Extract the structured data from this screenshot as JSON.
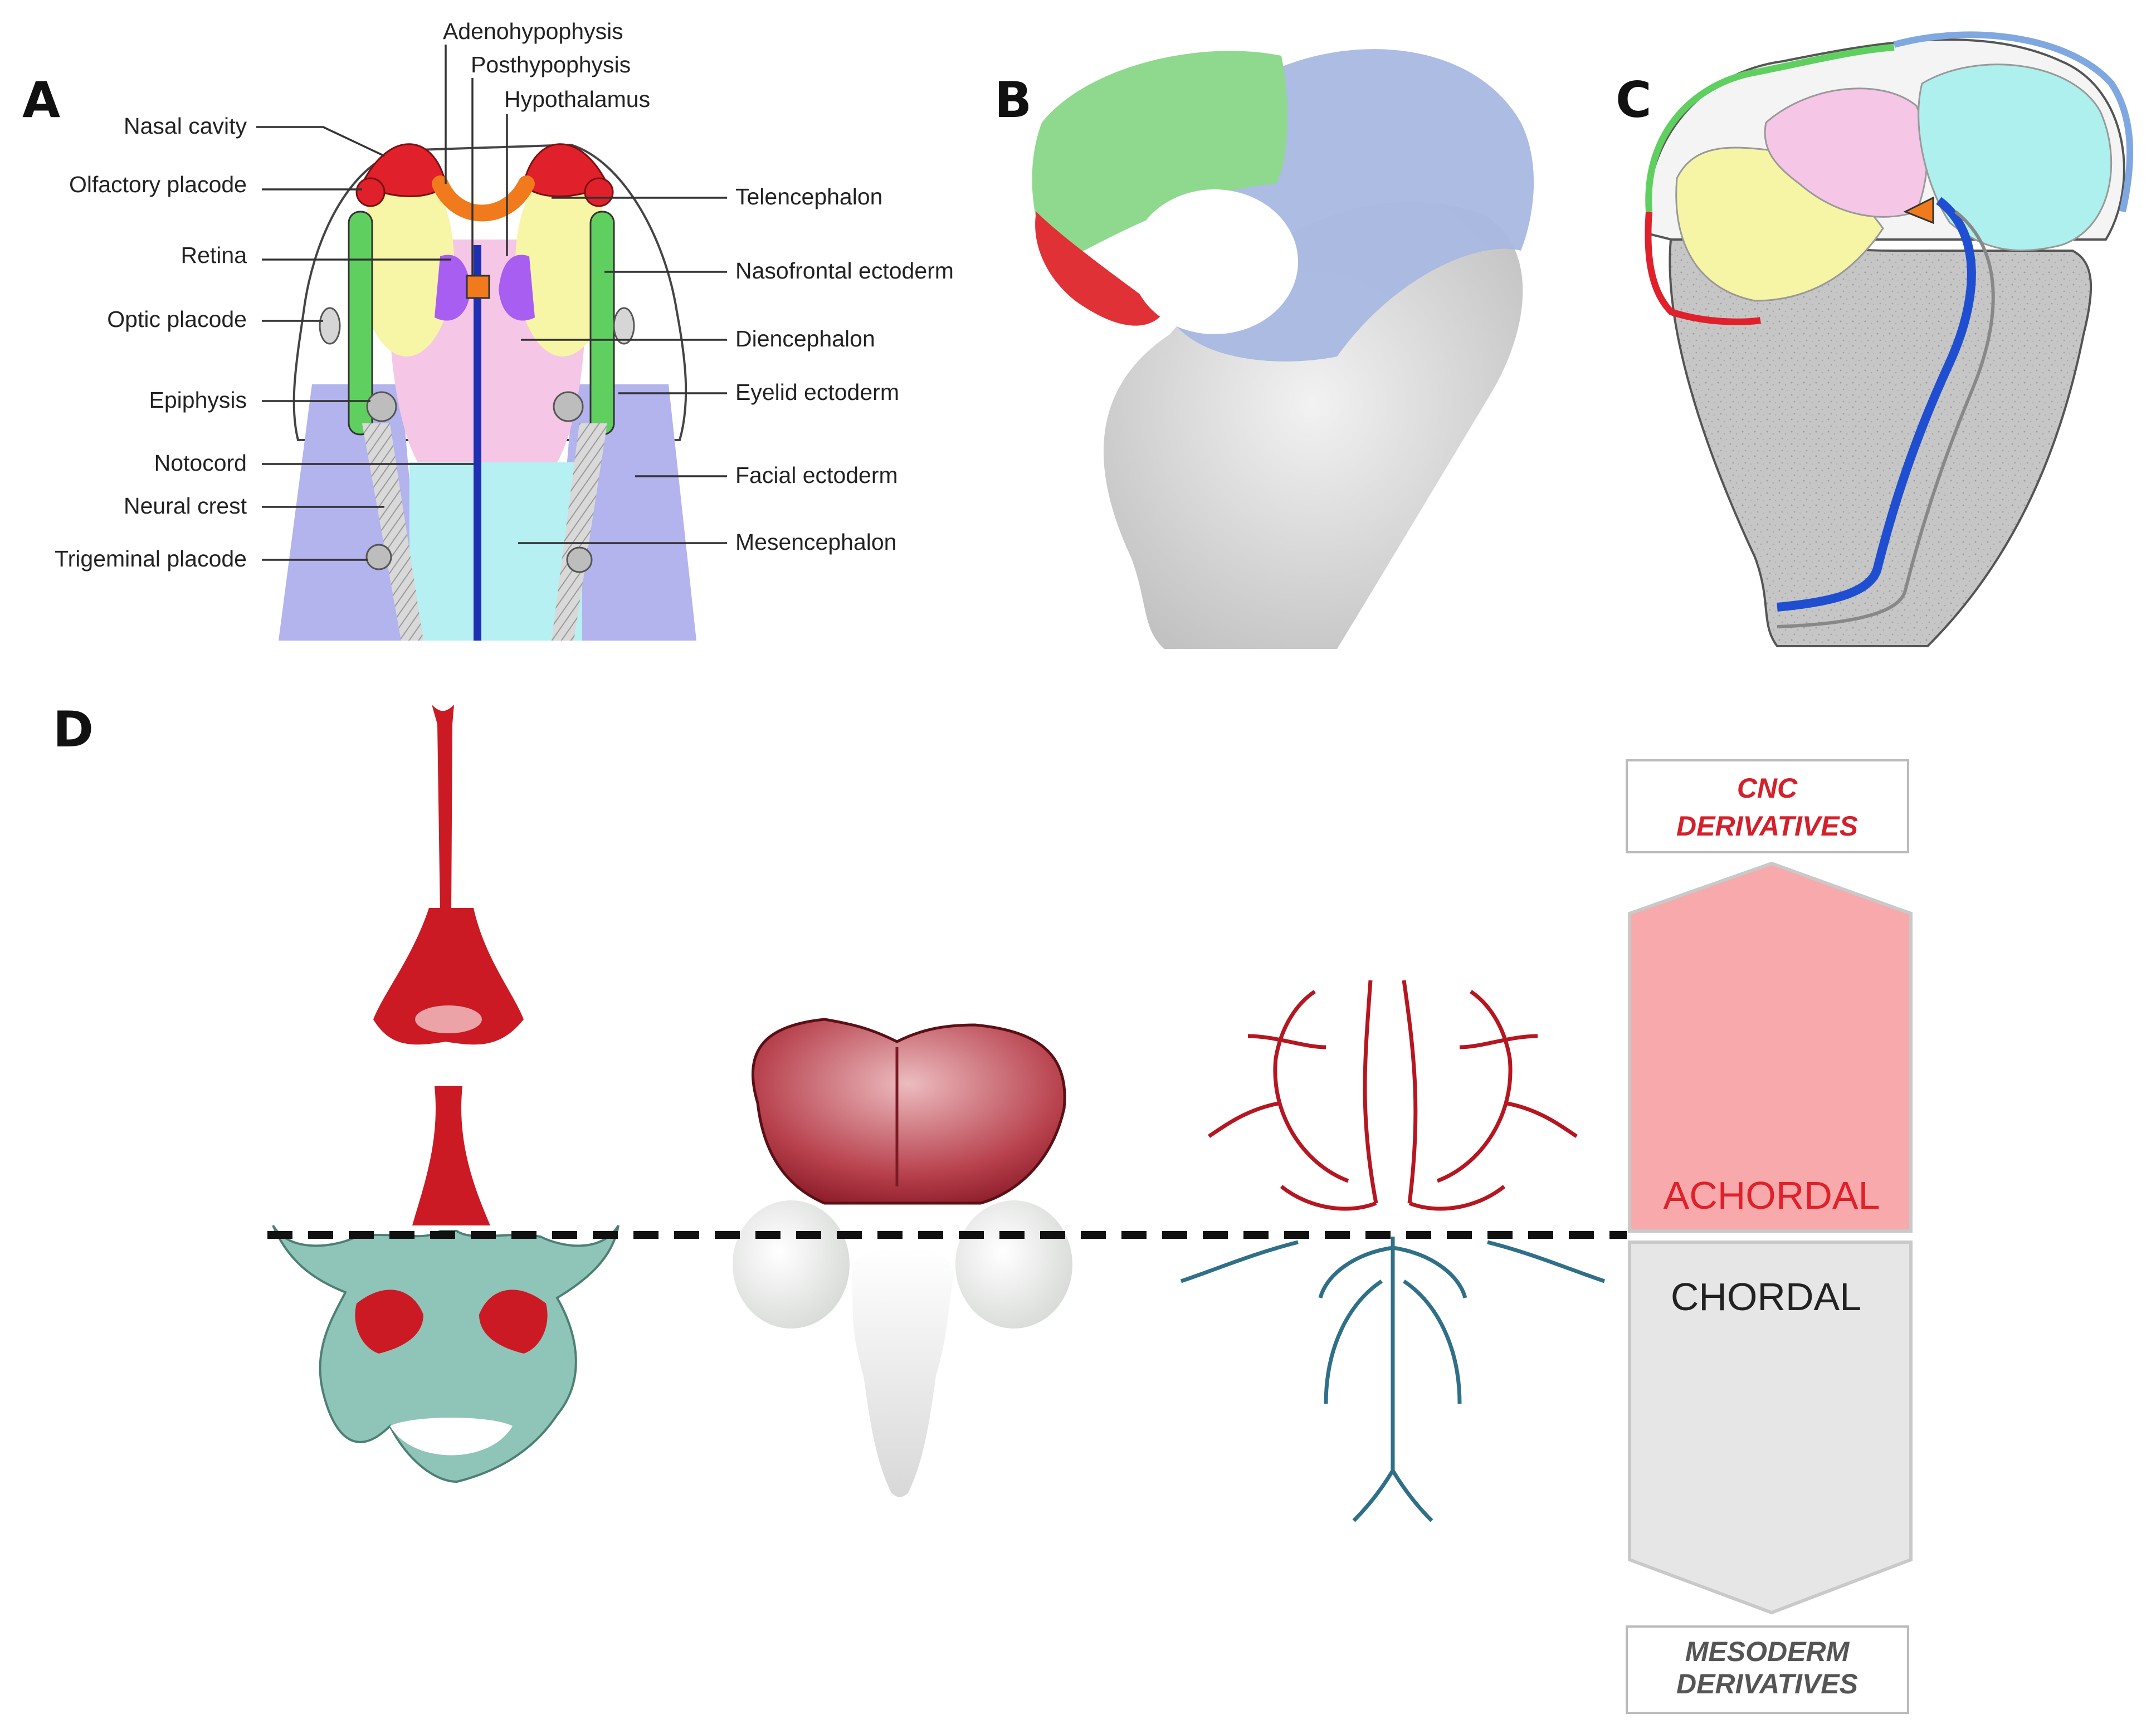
{
  "panels": {
    "a": "A",
    "b": "B",
    "c": "C",
    "d": "D"
  },
  "panel_a": {
    "left_labels": [
      "Nasal cavity",
      "Olfactory placode",
      "Retina",
      "Optic placode",
      "Epiphysis",
      "Notocord",
      "Neural crest",
      "Trigeminal placode"
    ],
    "top_labels": [
      "Adenohypophysis",
      "Posthypophysis",
      "Hypothalamus"
    ],
    "right_labels": [
      "Telencephalon",
      "Nasofrontal ectoderm",
      "Diencephalon",
      "Eyelid ectoderm",
      "Facial ectoderm",
      "Mesencephalon"
    ]
  },
  "panel_d": {
    "top_legend": [
      "CNC",
      "DERIVATIVES"
    ],
    "bottom_legend": [
      "MESODERM",
      "DERIVATIVES"
    ],
    "upper_region": "ACHORDAL",
    "lower_region": "CHORDAL"
  },
  "colors": {
    "cnc_red": "#d9232e",
    "achordal_fill": "#f7a9ab",
    "chordal_fill": "#e6e6e6",
    "mesoderm_teal": "#8fc4b9",
    "vessel_blue": "#2f6f87",
    "notochord_blue": "#1f2fb3"
  }
}
